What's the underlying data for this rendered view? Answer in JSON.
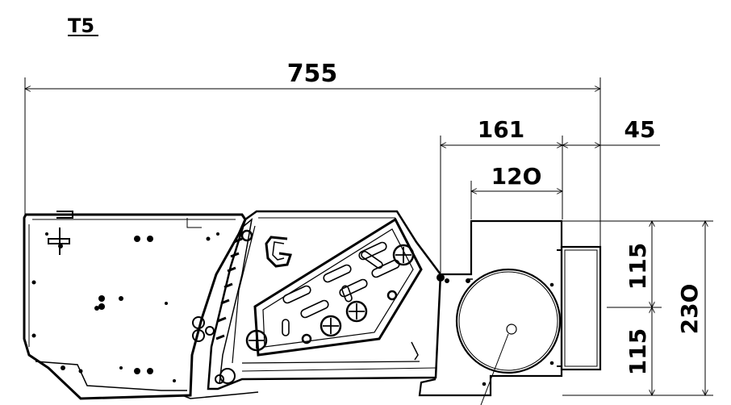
{
  "title": "T5",
  "dimensions": {
    "overall_width": "755",
    "motor_width": "161",
    "flange_width": "45",
    "motor_body_width": "12O",
    "half_height_top": "115",
    "half_height_bottom": "115",
    "total_height": "23O"
  },
  "colors": {
    "ink": "#000000",
    "background": "#ffffff"
  }
}
